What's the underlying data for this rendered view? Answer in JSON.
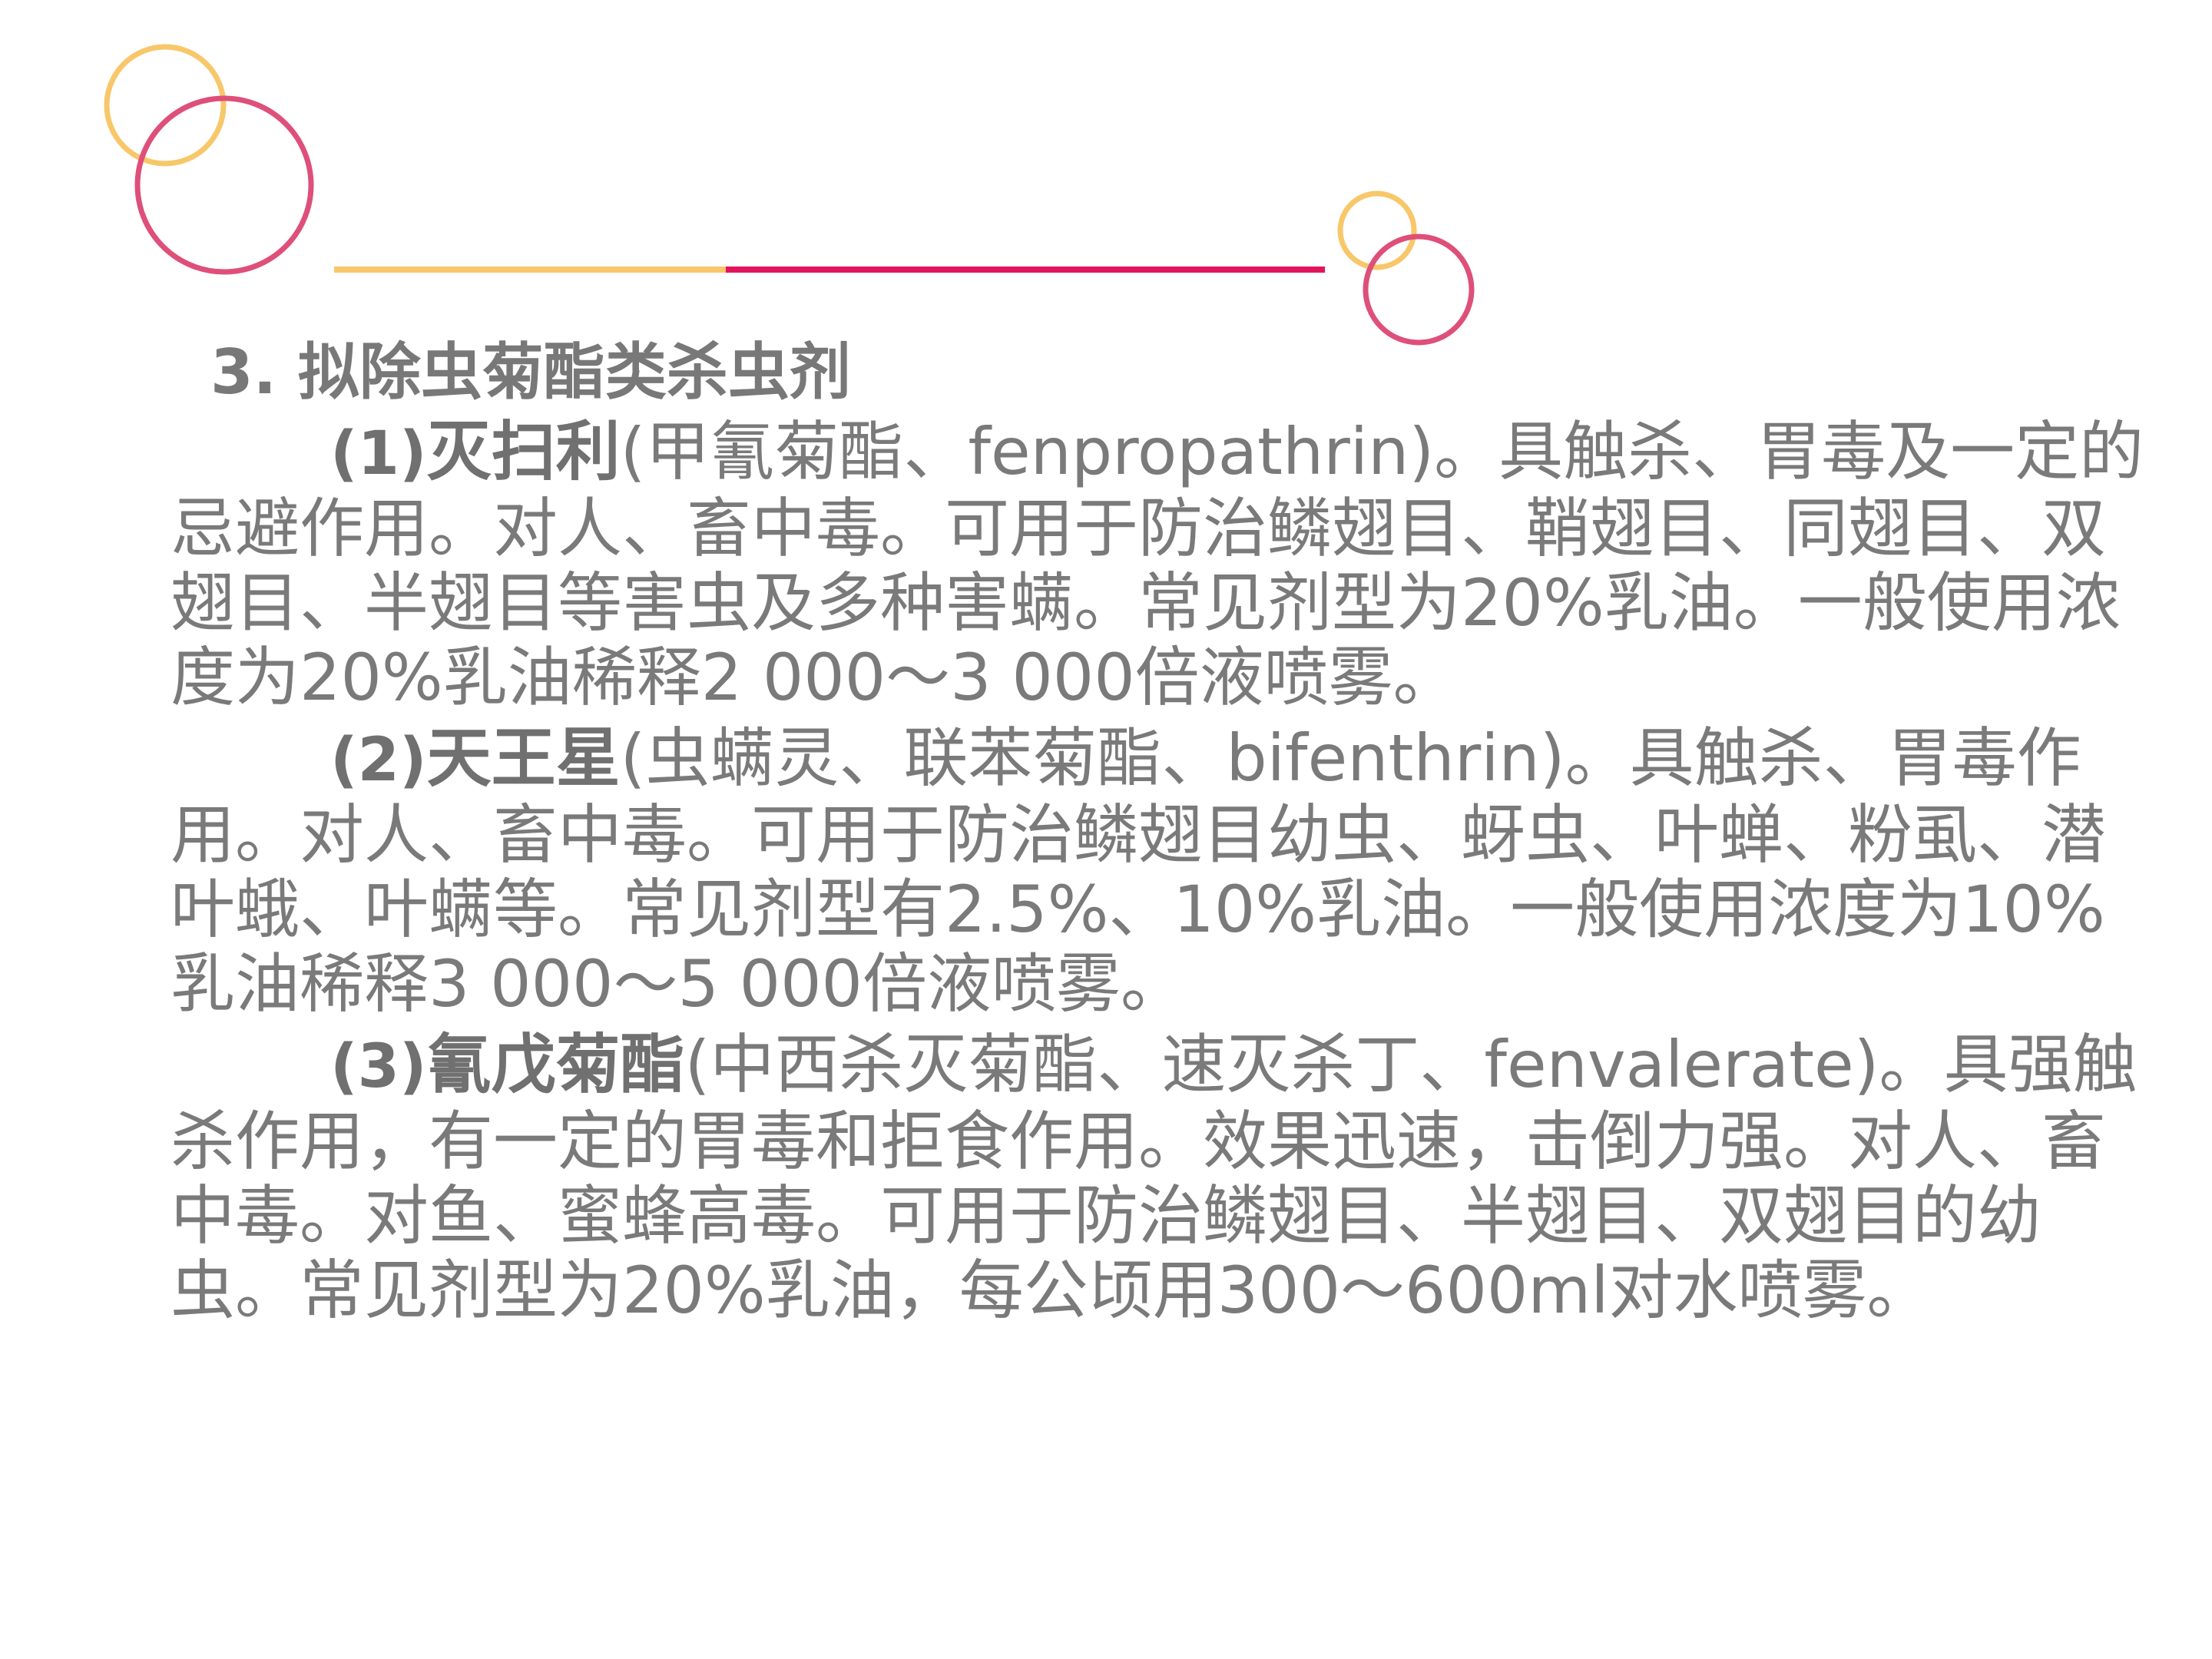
{
  "colors": {
    "yellow": "#f7c76a",
    "pink": "#de4f79",
    "magenta": "#e0155c",
    "text": "#7a7a7a"
  },
  "heading": "3. 拟除虫菊酯类杀虫剂",
  "paragraphs": [
    {
      "num": "(1)",
      "name": "灭扫利",
      "text": "(甲氰菊酯、fenpropathrin)。具触杀、胃毒及一定的忌避作用。对人、畜中毒。可用于防治鳞翅目、鞘翅目、同翅目、双翅目、半翅目等害虫及多种害螨。常见剂型为20%乳油。一般使用浓度为20%乳油稀释2 000～3 000倍液喷雾。"
    },
    {
      "num": "(2)",
      "name": "天王星",
      "text": "(虫螨灵、联苯菊酯、bifenthrin)。具触杀、胃毒作用。对人、畜中毒。可用于防治鳞翅目幼虫、蚜虫、叶蝉、粉虱、潜叶蛾、叶螨等。常见剂型有2.5%、10%乳油。一般使用浓度为10%乳油稀释3 000～5 000倍液喷雾。"
    },
    {
      "num": "(3)",
      "name": "氰戊菊酯",
      "text": "(中西杀灭菊酯、速灭杀丁、fenvalerate)。具强触杀作用，有一定的胃毒和拒食作用。效果迅速，击倒力强。对人、畜中毒。对鱼、蜜蜂高毒。可用于防治鳞翅目、半翅目、双翅目的幼虫。常见剂型为20%乳油，每公顷用300～600ml对水喷雾。"
    }
  ]
}
